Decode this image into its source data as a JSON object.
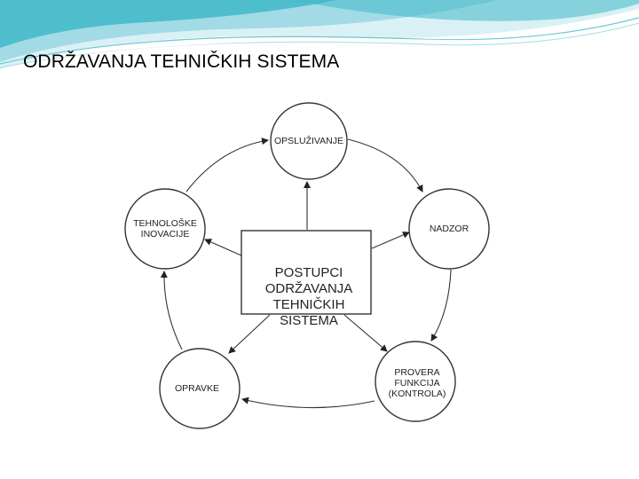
{
  "title": "ODRŽAVANJA TEHNIČKIH SISTEMA",
  "diagram": {
    "center": "POSTUPCI\nODRŽAVANJA\nTEHNIČKIH\nSISTEMA",
    "nodes": {
      "opsluzivanje": "OPSLUŽIVANJE",
      "nadzor": "NADZOR",
      "provera": "PROVERA\nFUNKCIJA\n(KONTROLA)",
      "opravke": "OPRAVKE",
      "tehnoloske": "TEHNOLOŠKE\nINOVACIJE"
    }
  },
  "colors": {
    "decor_teal": "#3fb8c9",
    "decor_light": "#bfe7ee",
    "ink": "#222222"
  }
}
